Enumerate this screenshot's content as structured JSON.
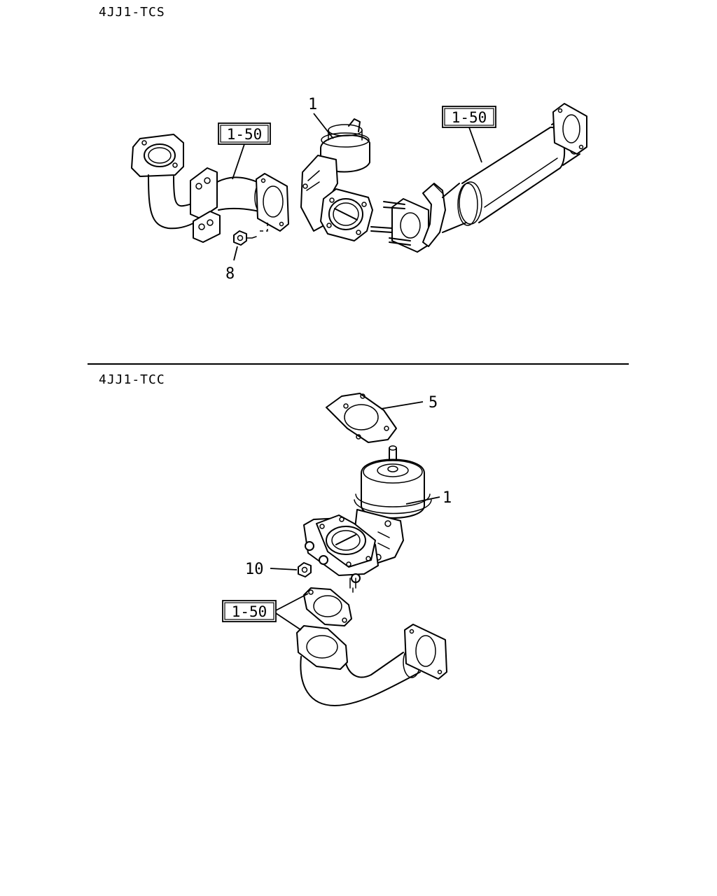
{
  "sections": [
    {
      "label": "4JJ1-TCS",
      "callouts": [
        {
          "text": "1"
        },
        {
          "text": "8"
        }
      ],
      "references": [
        {
          "text": "1-50"
        },
        {
          "text": "1-50"
        }
      ]
    },
    {
      "label": "4JJ1-TCC",
      "callouts": [
        {
          "text": "5"
        },
        {
          "text": "1"
        },
        {
          "text": "10"
        }
      ],
      "references": [
        {
          "text": "1-50"
        }
      ]
    }
  ]
}
